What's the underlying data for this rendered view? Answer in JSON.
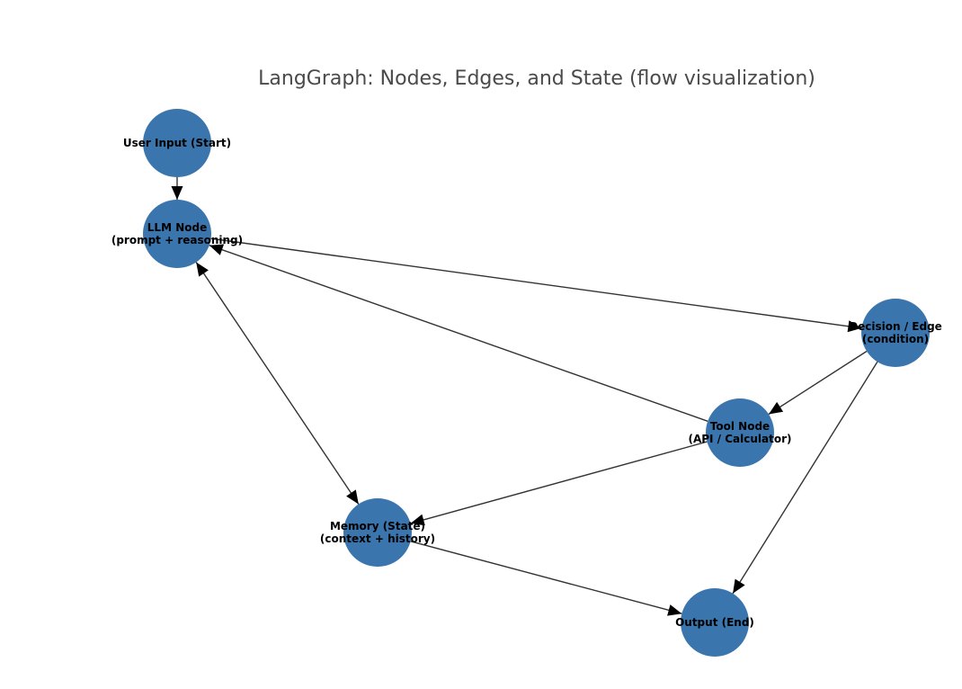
{
  "title": "LangGraph: Nodes, Edges, and State (flow visualization)",
  "colors": {
    "node_fill": "#3a75ad",
    "edge": "#333333",
    "arrowhead": "#000000",
    "label": "#000000",
    "title": "#4a4a4a",
    "background": "#ffffff"
  },
  "nodes": [
    {
      "id": "input",
      "lines": [
        "User Input (Start)"
      ]
    },
    {
      "id": "llm",
      "lines": [
        "LLM Node",
        "(prompt + reasoning)"
      ]
    },
    {
      "id": "decision",
      "lines": [
        "Decision / Edge",
        "(condition)"
      ]
    },
    {
      "id": "tool",
      "lines": [
        "Tool Node",
        "(API / Calculator)"
      ]
    },
    {
      "id": "memory",
      "lines": [
        "Memory (State)",
        "(context + history)"
      ]
    },
    {
      "id": "output",
      "lines": [
        "Output (End)"
      ]
    }
  ],
  "edges": [
    {
      "from": "input",
      "to": "llm",
      "bidirectional": false
    },
    {
      "from": "llm",
      "to": "decision",
      "bidirectional": false
    },
    {
      "from": "llm",
      "to": "memory",
      "bidirectional": true
    },
    {
      "from": "decision",
      "to": "tool",
      "bidirectional": false
    },
    {
      "from": "decision",
      "to": "output",
      "bidirectional": false
    },
    {
      "from": "tool",
      "to": "llm",
      "bidirectional": false
    },
    {
      "from": "tool",
      "to": "memory",
      "bidirectional": false
    },
    {
      "from": "memory",
      "to": "output",
      "bidirectional": false
    }
  ]
}
